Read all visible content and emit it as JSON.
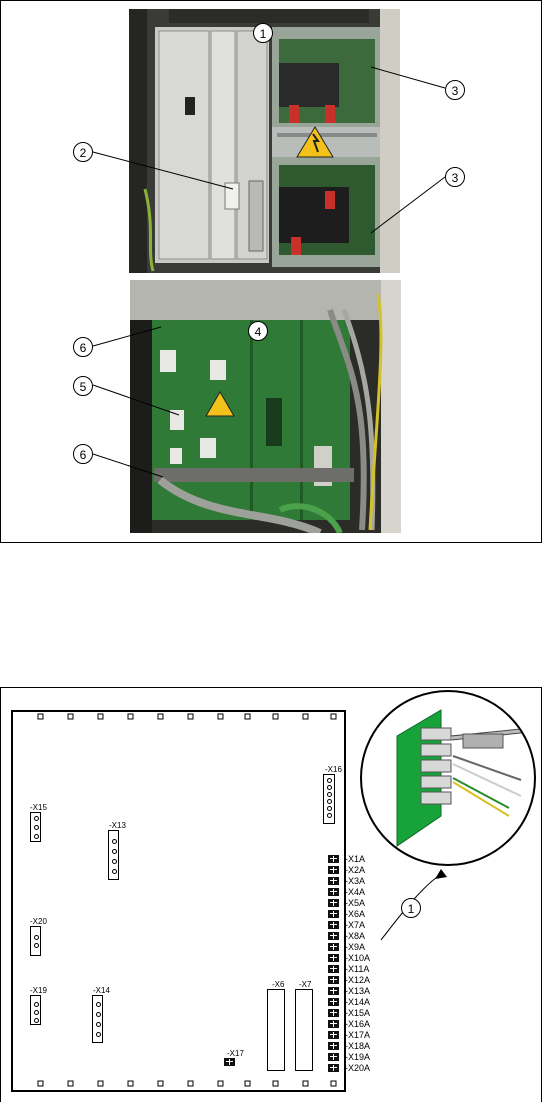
{
  "figure1": {
    "callouts": [
      "1",
      "2",
      "3",
      "3",
      "4",
      "5",
      "6",
      "6"
    ]
  },
  "figure2": {
    "labels": {
      "x15": "-X15",
      "x13": "-X13",
      "x20": "-X20",
      "x19": "-X19",
      "x14": "-X14",
      "x16": "-X16",
      "x6": "-X6",
      "x7": "-X7",
      "x17": "-X17"
    },
    "connectors": [
      "-X1A",
      "-X2A",
      "-X3A",
      "-X4A",
      "-X5A",
      "-X6A",
      "-X7A",
      "-X8A",
      "-X9A",
      "-X10A",
      "-X11A",
      "-X12A",
      "-X13A",
      "-X14A",
      "-X15A",
      "-X16A",
      "-X17A",
      "-X18A",
      "-X19A",
      "-X20A"
    ],
    "callout": "1"
  }
}
